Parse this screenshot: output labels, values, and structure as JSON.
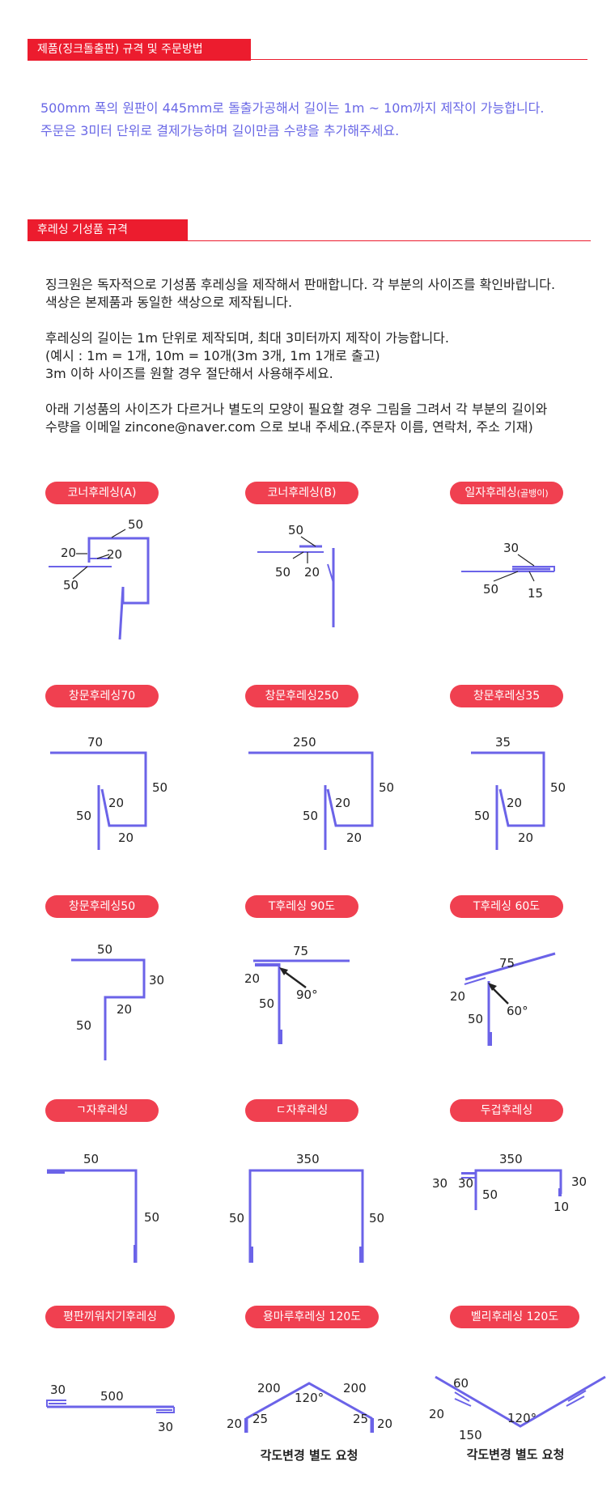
{
  "section1": {
    "title": "제품(징크돌출판) 규격 및 주문방법",
    "lines": [
      "500mm 폭의 원판이 445mm로 돌출가공해서 길이는 1m ~ 10m까지 제작이 가능합니다.",
      "주문은 3미터 단위로 결제가능하며 길이만큼 수량을 추가해주세요."
    ]
  },
  "section2": {
    "title": "후레싱 기성품 규격",
    "paragraphs": [
      [
        "징크원은 독자적으로 기성품 후레싱을 제작해서 판매합니다. 각 부분의 사이즈를 확인바랍니다.",
        "색상은 본제품과 동일한 색상으로 제작됩니다."
      ],
      [
        "후레싱의 길이는 1m 단위로 제작되며, 최대 3미터까지 제작이 가능합니다.",
        "(예시 : 1m = 1개, 10m = 10개(3m 3개, 1m 1개로 출고)",
        "3m 이하 사이즈를 원할 경우 절단해서 사용해주세요."
      ],
      [
        "아래 기성품의 사이즈가 다르거나 별도의 모양이 필요할 경우 그림을 그려서 각 부분의 길이와",
        "수량을 이메일 zincone@naver.com 으로 보내 주세요.(주문자 이름, 연락처, 주소 기재)"
      ]
    ]
  },
  "products": [
    {
      "name": "코너후레싱(A)",
      "dims": [
        "50",
        "20",
        "20",
        "50"
      ]
    },
    {
      "name": "코너후레싱(B)",
      "dims": [
        "50",
        "50",
        "20"
      ]
    },
    {
      "name": "일자후레싱",
      "sub": "(골뱅이)",
      "dims": [
        "30",
        "50",
        "15"
      ]
    },
    {
      "name": "창문후레싱70",
      "dims": [
        "70",
        "50",
        "20",
        "50",
        "20"
      ]
    },
    {
      "name": "창문후레싱250",
      "dims": [
        "250",
        "50",
        "20",
        "50",
        "20"
      ]
    },
    {
      "name": "창문후레싱35",
      "dims": [
        "35",
        "50",
        "20",
        "50",
        "20"
      ]
    },
    {
      "name": "창문후레싱50",
      "dims": [
        "50",
        "30",
        "20",
        "50"
      ]
    },
    {
      "name": "T후레싱 90도",
      "dims": [
        "75",
        "20",
        "90°",
        "50"
      ]
    },
    {
      "name": "T후레싱 60도",
      "dims": [
        "75",
        "20",
        "60°",
        "50"
      ]
    },
    {
      "name": "ㄱ자후레싱",
      "dims": [
        "50",
        "50"
      ]
    },
    {
      "name": "ㄷ자후레싱",
      "dims": [
        "350",
        "50",
        "50"
      ]
    },
    {
      "name": "두겁후레싱",
      "dims": [
        "350",
        "30",
        "30",
        "50",
        "30",
        "10"
      ]
    },
    {
      "name": "평판끼워치기후레싱",
      "dims": [
        "30",
        "500",
        "30"
      ]
    },
    {
      "name": "용마루후레싱 120도",
      "dims": [
        "200",
        "120°",
        "200",
        "25",
        "25",
        "20",
        "20"
      ],
      "note": "각도변경 별도 요청"
    },
    {
      "name": "벨리후레싱 120도",
      "dims": [
        "60",
        "20",
        "150",
        "120°"
      ],
      "note": "각도변경 별도 요청"
    }
  ],
  "colors": {
    "accent": "#ec1c2e",
    "pill": "#f04050",
    "intro_text": "#6a68e6",
    "drawing": "#6b63e8"
  }
}
